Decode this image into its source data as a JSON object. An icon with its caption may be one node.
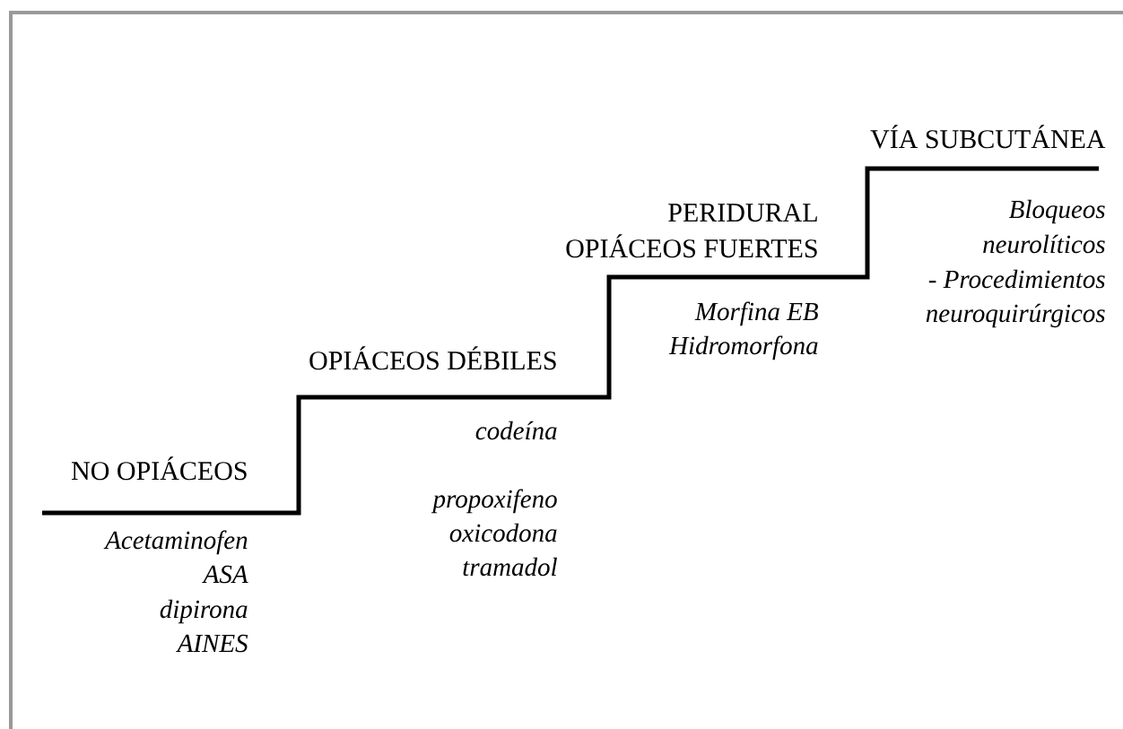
{
  "diagram": {
    "labels": [
      "VÍA SUBCUTÁNEA",
      "PERIDURAL",
      "Bloqueos",
      "OPIÁCEOS FUERTES",
      "neurolíticos",
      "- Procedimientos",
      "Morfina EB",
      "neuroquirúrgicos",
      "Hidromorfona",
      "OPIÁCEOS DÉBILES",
      "codeína",
      "NO OPIÁCEOS",
      "propoxifeno",
      "oxicodona",
      "Acetaminofen",
      "tramadol",
      "ASA",
      "dipirona",
      "AINES"
    ]
  }
}
